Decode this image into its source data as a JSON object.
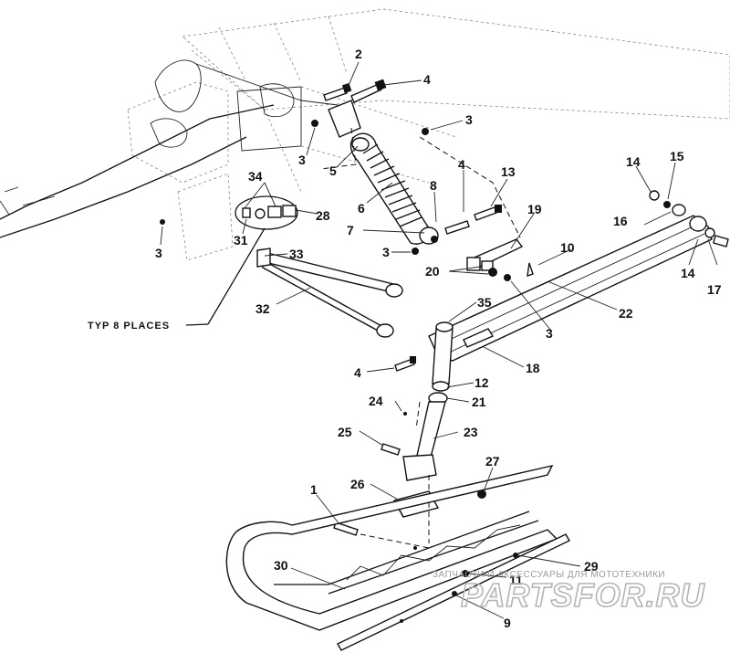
{
  "diagram": {
    "callouts": [
      "1",
      "2",
      "3",
      "3",
      "3",
      "3",
      "3",
      "4",
      "4",
      "4",
      "5",
      "6",
      "7",
      "8",
      "9",
      "10",
      "11",
      "12",
      "13",
      "14",
      "14",
      "15",
      "16",
      "17",
      "18",
      "19",
      "20",
      "21",
      "22",
      "23",
      "24",
      "25",
      "26",
      "27",
      "28",
      "29",
      "30",
      "31",
      "32",
      "33",
      "34",
      "35"
    ],
    "note": "TYP 8 PLACES"
  },
  "watermark": {
    "caption": "ЗАПЧАСТИ И АКСЕССУАРЫ ДЛЯ МОТОТЕХНИКИ",
    "brand": "PARTSFOR.RU"
  }
}
